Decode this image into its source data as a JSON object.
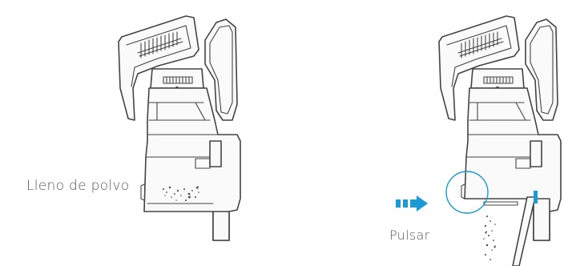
{
  "labels": {
    "full": "Lleno de polvo",
    "press": "Pulsar"
  },
  "colors": {
    "line": "#444444",
    "accent": "#1a9ad6",
    "text": "#555555"
  },
  "icons": {
    "arrow": "blue-dashed-arrow",
    "highlight": "blue-circle"
  }
}
